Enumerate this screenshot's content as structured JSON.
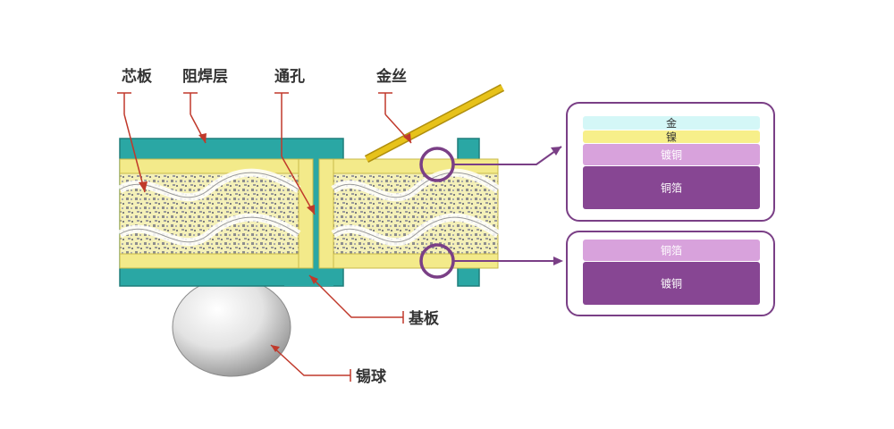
{
  "labels": {
    "core_board": "芯板",
    "solder_mask": "阻焊层",
    "via": "通孔",
    "gold_wire": "金丝",
    "substrate": "基板",
    "solder_ball": "锡球"
  },
  "detail_top": {
    "layers": [
      {
        "label": "金",
        "color": "#d4f7f7",
        "text_color": "#333333"
      },
      {
        "label": "镍",
        "color": "#f7ef8a",
        "text_color": "#333333"
      },
      {
        "label": "镀铜",
        "color": "#d8a2dc",
        "text_color": "#ffffff"
      },
      {
        "label": "铜箔",
        "color": "#874693",
        "text_color": "#ffffff"
      }
    ]
  },
  "detail_bottom": {
    "layers": [
      {
        "label": "铜箔",
        "color": "#d8a2dc",
        "text_color": "#ffffff"
      },
      {
        "label": "镀铜",
        "color": "#874693",
        "text_color": "#ffffff"
      }
    ]
  },
  "colors": {
    "substrate": "#2aa7a4",
    "substrate_edge": "#1f7e7b",
    "copper_layer": "#f3ea8a",
    "copper_edge": "#c9b94a",
    "core_fill": "#f4f0b8",
    "gold_wire": "#e7c21a",
    "accent_purple": "#7a3f86",
    "leader_red": "#c0392b",
    "label_text": "#333333",
    "solder_ball": "#d9d9d9"
  }
}
